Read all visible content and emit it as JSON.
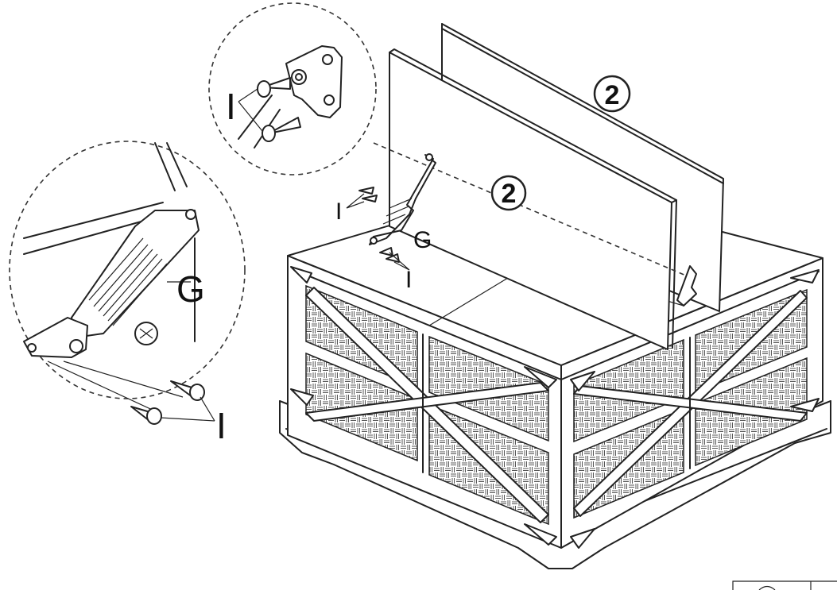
{
  "labels": {
    "detail_screw_I": "I",
    "detail_hinge_G": "G",
    "detail_screws_bottom_I": "I",
    "main_screws_left_I": "I",
    "main_hinge_G": "G",
    "main_screws_under_I": "I",
    "panel_back_number": "2",
    "panel_front_number": "2"
  }
}
